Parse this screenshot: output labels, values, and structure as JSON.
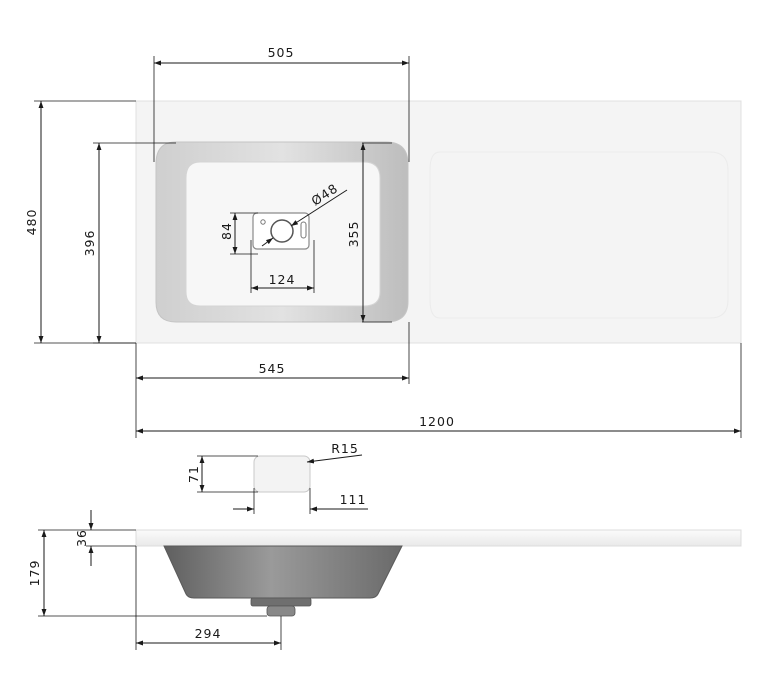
{
  "diagram": {
    "dimensions": {
      "width_505": "505",
      "height_480": "480",
      "height_396": "396",
      "diameter_48": "Ø48",
      "height_84": "84",
      "width_124": "124",
      "height_355": "355",
      "width_545": "545",
      "width_1200": "1200",
      "height_71": "71",
      "radius_15": "R15",
      "width_111": "111",
      "height_36": "36",
      "height_179": "179",
      "width_294": "294"
    },
    "colors": {
      "line": "#1a1a1a",
      "top_surface": "#f4f4f4",
      "basin_rim": "#d9d9d9",
      "basin_floor": "#f7f7f7",
      "side_body": "#7c7c7c"
    }
  }
}
